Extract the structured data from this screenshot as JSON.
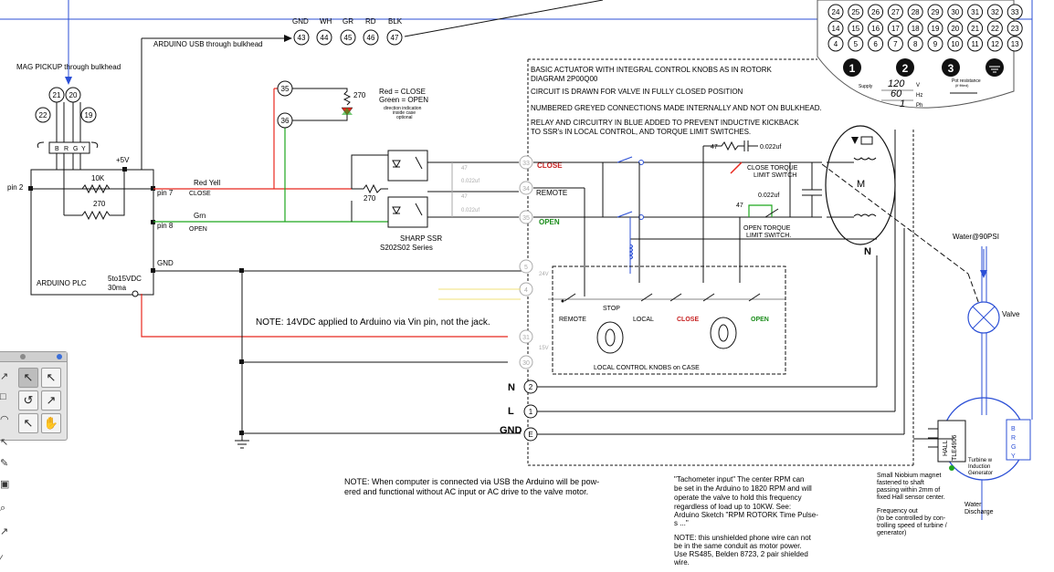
{
  "top_labels": {
    "mag_pickup": "MAG PICKUP through bulkhead",
    "arduino_usb": "ARDUINO USB through bulkhead",
    "usb_wire_colors": [
      "GND",
      "WH",
      "GR",
      "RD",
      "BLK"
    ],
    "usb_terminals": [
      "43",
      "44",
      "45",
      "46",
      "47"
    ]
  },
  "mag_terminals": [
    "21",
    "20",
    "22",
    "19"
  ],
  "mag_coil_letters": [
    "B",
    "R",
    "G",
    "Y"
  ],
  "arduino": {
    "name": "ARDUINO PLC",
    "supply": "5to15VDC",
    "current": "30ma",
    "plus5": "+5V",
    "pin2": "pin 2",
    "pin7": "pin 7",
    "pin8": "pin 8",
    "gnd": "GND",
    "r1": "10K",
    "r2": "270"
  },
  "wires": {
    "red_yell": "Red Yell",
    "close": "CLOSE",
    "grn": "Grn",
    "open": "OPEN"
  },
  "indicator": {
    "t35": "35",
    "t36": "36",
    "r": "270",
    "legend_red": "Red = CLOSE",
    "legend_green": "Green = OPEN",
    "note1": "direction indication",
    "note2": "inside case",
    "note3": "optional"
  },
  "ssr": {
    "r": "270",
    "name": "SHARP SSR",
    "model": "S202S02 Series",
    "snub1": "47",
    "cap1": "0.022uf",
    "snub2": "47",
    "cap2": "0.022uf"
  },
  "actuator_notes": [
    "BASIC ACTUATOR WITH INTEGRAL CONTROL KNOBS AS IN ROTORK",
    "DIAGRAM 2P00Q00",
    "CIRCUIT IS DRAWN FOR VALVE IN FULLY CLOSED POSITION",
    "NUMBERED GREYED CONNECTIONS MADE INTERNALLY AND NOT ON BULKHEAD.",
    "RELAY AND CIRCUITRY IN BLUE ADDED TO PREVENT INDUCTIVE KICKBACK",
    "TO SSR's IN LOCAL CONTROL, AND TORQUE LIMIT SWITCHES."
  ],
  "actuator_terminals": {
    "t33": "33",
    "close": "CLOSE",
    "t34": "34",
    "remote": "REMOTE",
    "t35": "35",
    "open": "OPEN",
    "t5": "5",
    "t4": "4",
    "v24": "24V",
    "t31": "31",
    "t30": "30",
    "v15": "15V"
  },
  "torque": {
    "r1": "47",
    "c1": "0.022uf",
    "close_switch_1": "CLOSE TORQUE",
    "close_switch_2": "LIMIT SWITCH",
    "c2": "0.022uf",
    "r2": "47",
    "open_switch_1": "OPEN TORQUE",
    "open_switch_2": "LIMIT SWITCH.",
    "motor": "M",
    "neutral": "N"
  },
  "local_knobs": {
    "stop": "STOP",
    "remote": "REMOTE",
    "local": "LOCAL",
    "close": "CLOSE",
    "open": "OPEN",
    "caption": "LOCAL CONTROL KNOBS on CASE"
  },
  "power_terminals": [
    {
      "label": "N",
      "num": "2"
    },
    {
      "label": "L",
      "num": "1"
    },
    {
      "label": "GND",
      "num": "E"
    }
  ],
  "arduino_note": "NOTE: 14VDC applied to Arduino via Vin pin, not the jack.",
  "usb_note": [
    "NOTE: When computer is connected via USB the Arduino will be pow-",
    "ered and functional without AC input or AC drive to the valve motor."
  ],
  "tach_note": [
    "\"Tachometer input\" The center RPM can",
    "be set in the Arduino to 1820 RPM and will",
    "operate the valve to hold this frequency",
    "regardless of load up to 10KW. See:",
    "Arduino Sketch \"RPM ROTORK Time Pulse-",
    "s ...\""
  ],
  "phone_note": [
    "NOTE: this unshielded phone wire can not",
    "be in the same conduit as motor power.",
    "Use RS485, Belden 8723, 2 pair shielded",
    "wire."
  ],
  "right_side": {
    "water": "Water@90PSI",
    "valve": "Valve",
    "hall": "HALL",
    "sensor": "TLE4906",
    "turbine_1": "Turbine w",
    "turbine_2": "Induction",
    "turbine_3": "Generator",
    "coil_letters": [
      "B",
      "R",
      "G",
      "Y"
    ],
    "magnet_note": [
      "Small Niobium magnet",
      "fastened to shaft",
      "passing within 2mm of",
      "fixed Hall sensor center."
    ],
    "freq_note": [
      "Frequency out",
      "(to be controlled by con-",
      "trolling speed of turbine /",
      "generator)"
    ],
    "discharge_1": "Water",
    "discharge_2": "Discharge"
  },
  "rotork_panel": {
    "row1": [
      "24",
      "25",
      "26",
      "27",
      "28",
      "29",
      "30",
      "31",
      "32",
      "33"
    ],
    "row2": [
      "14",
      "15",
      "16",
      "17",
      "18",
      "19",
      "20",
      "21",
      "22",
      "23"
    ],
    "row3": [
      "4",
      "5",
      "6",
      "7",
      "8",
      "9",
      "10",
      "11",
      "12",
      "13"
    ],
    "big": [
      "1",
      "2",
      "3"
    ],
    "supply": "Supply",
    "v": "120",
    "v_unit": "V",
    "hz": "60",
    "hz_unit": "Hz",
    "ph": "1",
    "ph_unit": "Ph",
    "pot": "Pot resistance",
    "pot2": "(if fitted)"
  },
  "colors": {
    "red": "#e8281e",
    "green": "#1fa61f",
    "blue": "#2b4fd6",
    "black": "#111111",
    "grey": "#aaaaaa"
  }
}
